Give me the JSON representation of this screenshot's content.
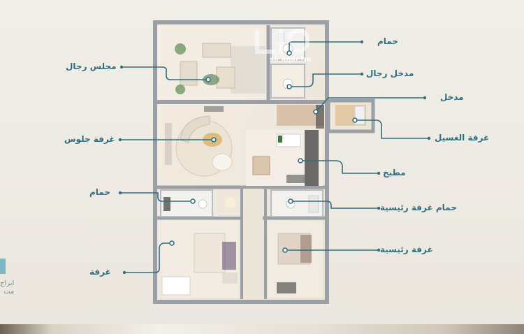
{
  "labels": {
    "bathroom_top": "حمام",
    "men_entrance": "مدخل رجال",
    "entrance": "مدخل",
    "laundry": "غرفة الغسيل",
    "kitchen": "مطبخ",
    "master_bath": "حمام غرفة رئيسية",
    "master_bedroom": "غرفة رئيسية",
    "men_majlis": "مجلس رجال",
    "living_room": "غرفة جلوس",
    "bathroom_left": "حمام",
    "bedroom": "غرفة"
  },
  "watermark": {
    "text": "sa.aqar.fm"
  },
  "logo": {
    "text": "ابراج\nمت"
  },
  "colors": {
    "accent": "#2f6f80",
    "wall": "#9aa0a6"
  }
}
